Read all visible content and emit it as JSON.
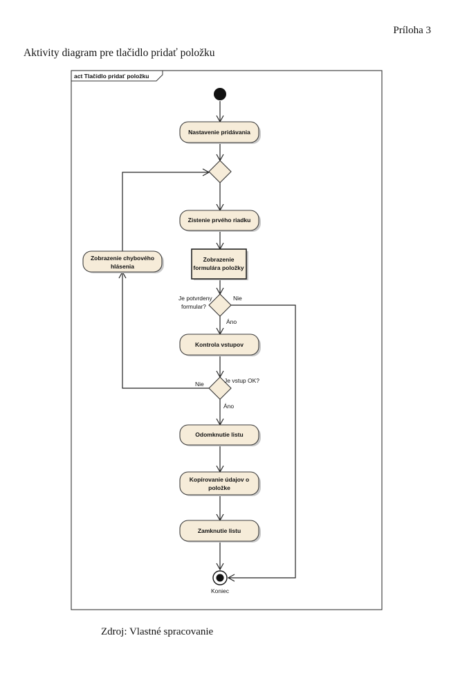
{
  "page": {
    "annex_label": "Príloha 3",
    "heading": "Aktivity diagram pre tlačidlo pridať položku",
    "source": "Zdroj: Vlastné spracovanie"
  },
  "diagram": {
    "frame_label": "act Tlačidlo pridať položku",
    "nodes": {
      "nastavenie": "Nastavenie pridávania",
      "zistenie": "Zistenie prvého riadku",
      "zobrazenie_form_1": "Zobrazenie",
      "zobrazenie_form_2": "formulára položky",
      "kontrola": "Kontrola vstupov",
      "chyba_1": "Zobrazenie chybového",
      "chyba_2": "hlásenia",
      "odomknutie": "Odomknutie listu",
      "kopirovanie_1": "Kopírovanie údajov o",
      "kopirovanie_2": "položke",
      "zamknutie": "Zamknutie listu",
      "koniec": "Koniec"
    },
    "guards": {
      "form_question_1": "Je potvrdeny",
      "form_question_2": "formular?",
      "form_no": "Nie",
      "form_yes": "Áno",
      "input_question": "Je vstup OK?",
      "input_no": "Nie",
      "input_yes": "Áno"
    }
  }
}
